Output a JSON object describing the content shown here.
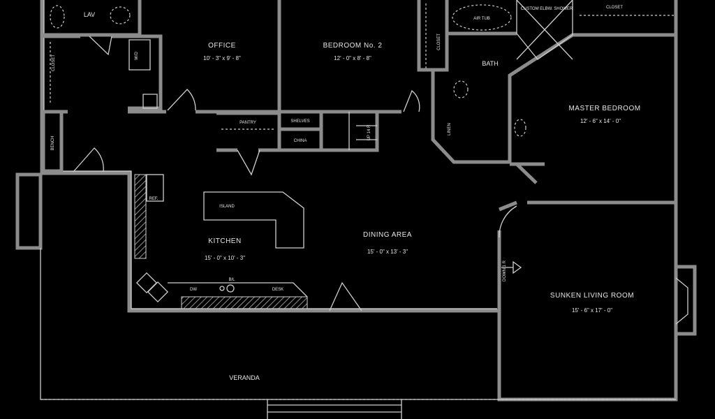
{
  "rooms": {
    "lav": "LAV",
    "closet_left": "CLOSET",
    "bench": "BENCH",
    "wd": "W/D",
    "office": {
      "name": "OFFICE",
      "dims": "10' - 3\" x 9' - 8\""
    },
    "bedroom2": {
      "name": "BEDROOM No. 2",
      "dims": "12' - 0\" x 8' - 8\""
    },
    "closet_bed2": "CLOSET",
    "pantry": "PANTRY",
    "shelves": "SHELVES",
    "china": "CHINA",
    "stairs": "UP 14 R",
    "air_tub": "AIR TUB",
    "shower": "CUSTOM ELBW. SHOWER",
    "closet_master": "CLOSET",
    "bath": "BATH",
    "linen": "LINEN",
    "master": {
      "name": "MASTER BEDROOM",
      "dims": "12' - 6\" x 14' - 0\""
    },
    "ref": "REF.",
    "island": "ISLAND",
    "kitchen": {
      "name": "KITCHEN",
      "dims": "15' - 0\" x 10' - 3\""
    },
    "dw": "DW",
    "bar": "B/L",
    "desk": "DESK",
    "dining": {
      "name": "DINING AREA",
      "dims": "15' - 0\" x 13' - 3\""
    },
    "down": "DOWN 1 R",
    "living": {
      "name": "SUNKEN LIVING ROOM",
      "dims": "15' - 6\" x 17' - 0\""
    },
    "veranda": "VERANDA"
  },
  "colors": {
    "background": "#000000",
    "wall": "#8c8c8c",
    "line": "#d8d8d8"
  }
}
